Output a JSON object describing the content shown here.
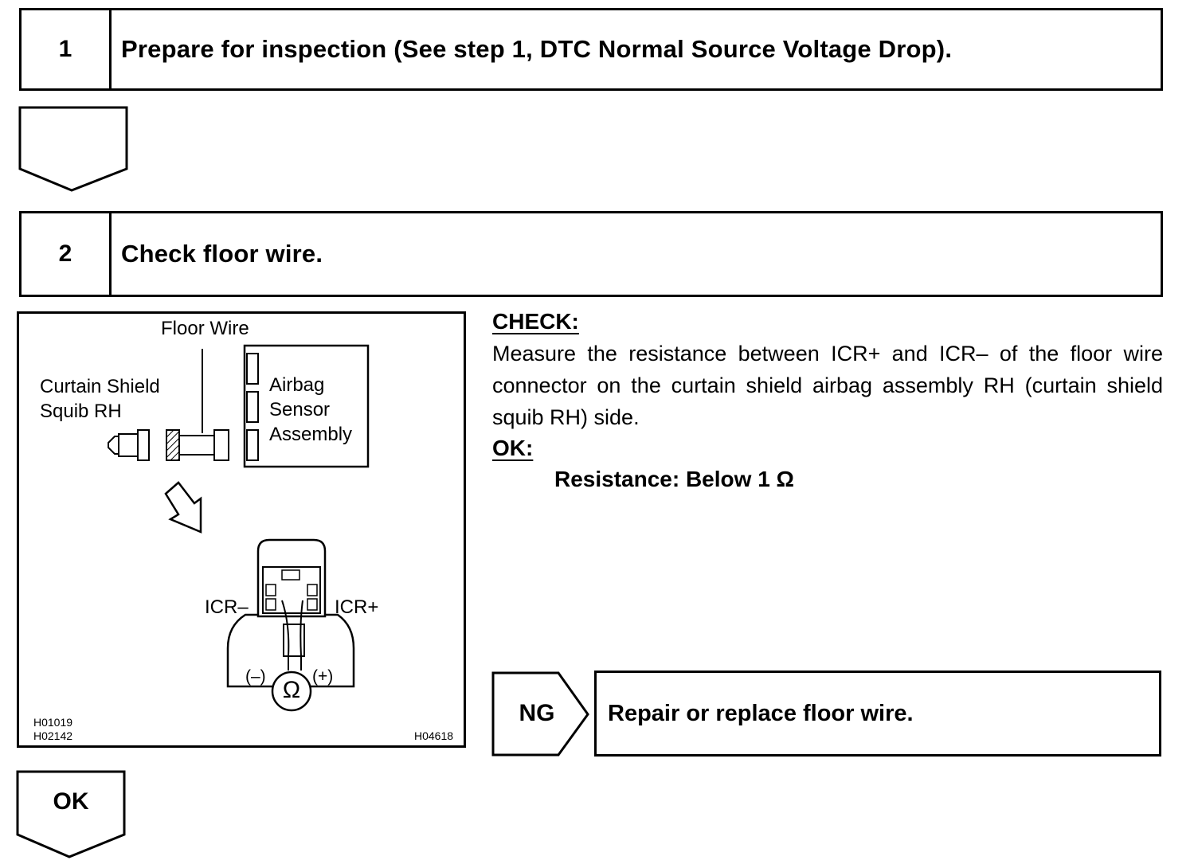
{
  "step1": {
    "number": "1",
    "title": "Prepare for inspection (See step 1, DTC Normal Source Voltage Drop)."
  },
  "step2": {
    "number": "2",
    "title": "Check floor wire."
  },
  "figure": {
    "floor_wire": "Floor Wire",
    "curtain_line1": "Curtain Shield",
    "curtain_line2": "Squib RH",
    "sensor_line1": "Airbag",
    "sensor_line2": "Sensor",
    "sensor_line3": "Assembly",
    "icr_minus": "ICR–",
    "icr_plus": "ICR+",
    "probe_minus": "(–)",
    "probe_plus": "(+)",
    "ohm_symbol": "Ω",
    "code_1": "H01019",
    "code_2": "H02142",
    "code_3": "H04618"
  },
  "check": {
    "heading": "CHECK:",
    "text": "Measure the resistance between ICR+ and ICR– of the floor wire connector on the curtain shield airbag assembly RH (curtain shield squib RH) side.",
    "ok_heading": "OK:",
    "spec": "Resistance: Below 1 Ω"
  },
  "ng": {
    "label": "NG",
    "action": "Repair or replace floor wire."
  },
  "ok_flow": {
    "label": "OK"
  }
}
